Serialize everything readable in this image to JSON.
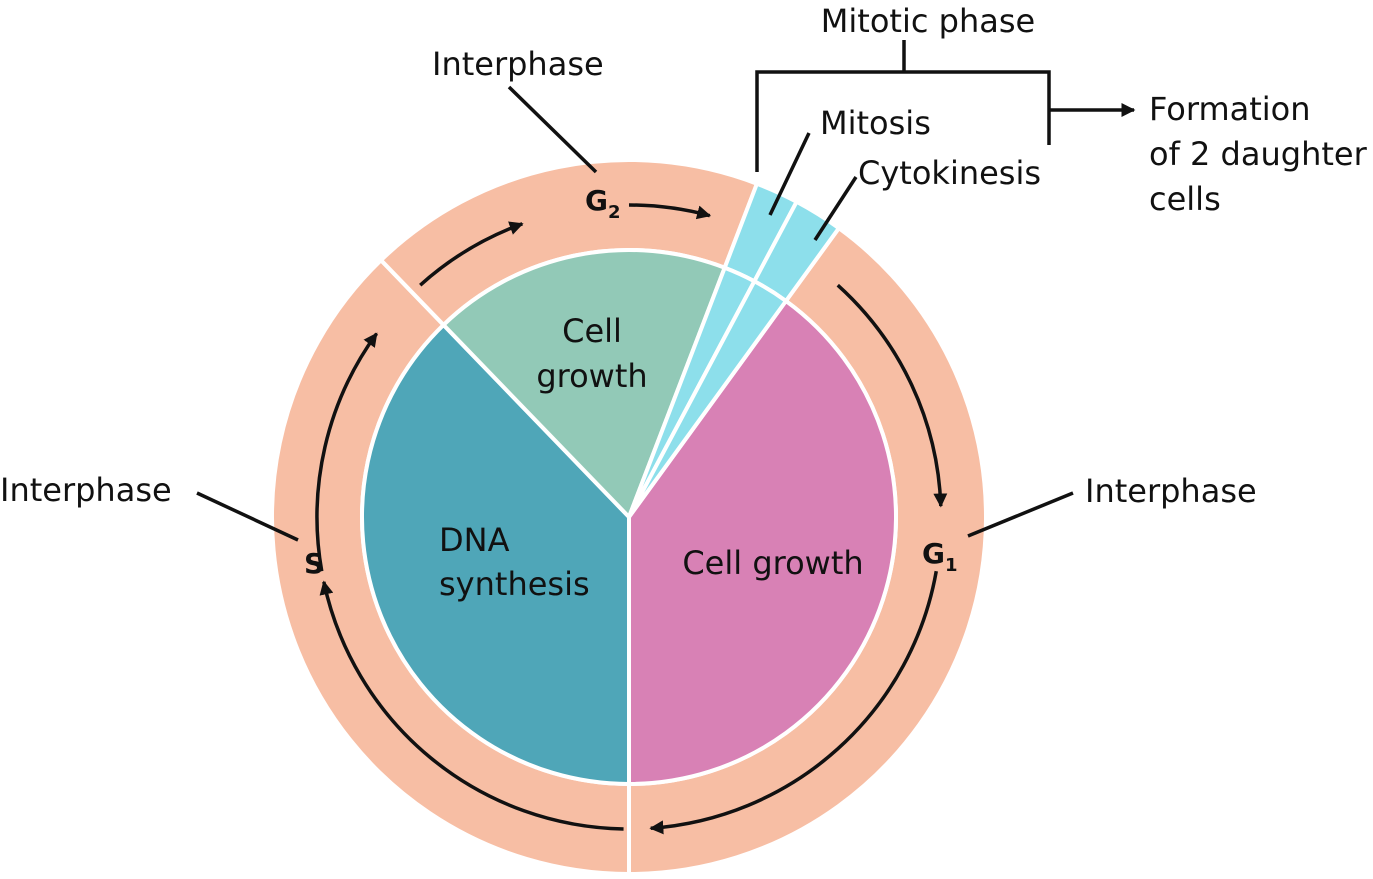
{
  "colors": {
    "outer_ring": "#f7bea4",
    "mitotic": "#8ddfeb",
    "g2_growth": "#92c9b7",
    "dna_synthesis": "#4fa6b8",
    "g1_growth": "#d881b5",
    "line": "#111111"
  },
  "labels": {
    "mitotic_phase": "Mitotic phase",
    "mitosis": "Mitosis",
    "cytokinesis": "Cytokinesis",
    "formation": [
      "Formation",
      "of 2 daughter",
      "cells"
    ],
    "interphase_top": "Interphase",
    "interphase_left": "Interphase",
    "interphase_right": "Interphase",
    "g2_letter": "G",
    "g2_sub": "2",
    "g1_letter": "G",
    "g1_sub": "1",
    "s": "S",
    "cell_growth_top": [
      "Cell",
      "growth"
    ],
    "dna_synthesis": [
      "DNA",
      "synthesis"
    ],
    "cell_growth_right": "Cell growth"
  }
}
